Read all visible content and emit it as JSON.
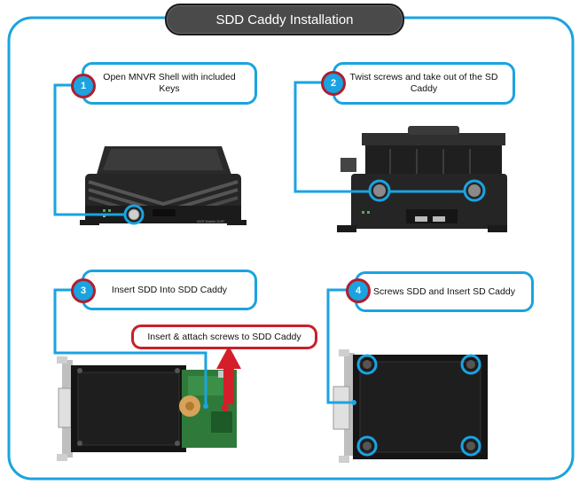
{
  "title": "SDD Caddy Installation",
  "steps": [
    {
      "number": "1",
      "text": "Open MNVR Shell with included Keys"
    },
    {
      "number": "2",
      "text": "Twist screws and take out of the SD Caddy"
    },
    {
      "number": "3",
      "text": "Insert SDD Into SDD Caddy"
    },
    {
      "number": "4",
      "text": "Screws SDD and Insert SD Caddy"
    }
  ],
  "extra_callout": "Insert & attach screws to SDD Caddy",
  "device_label": "NVR Mobile DVR",
  "colors": {
    "accent": "#1aa3e0",
    "badge_ring": "#b01e2e",
    "warn": "#c8202c",
    "pill": "#4a4a4a"
  }
}
